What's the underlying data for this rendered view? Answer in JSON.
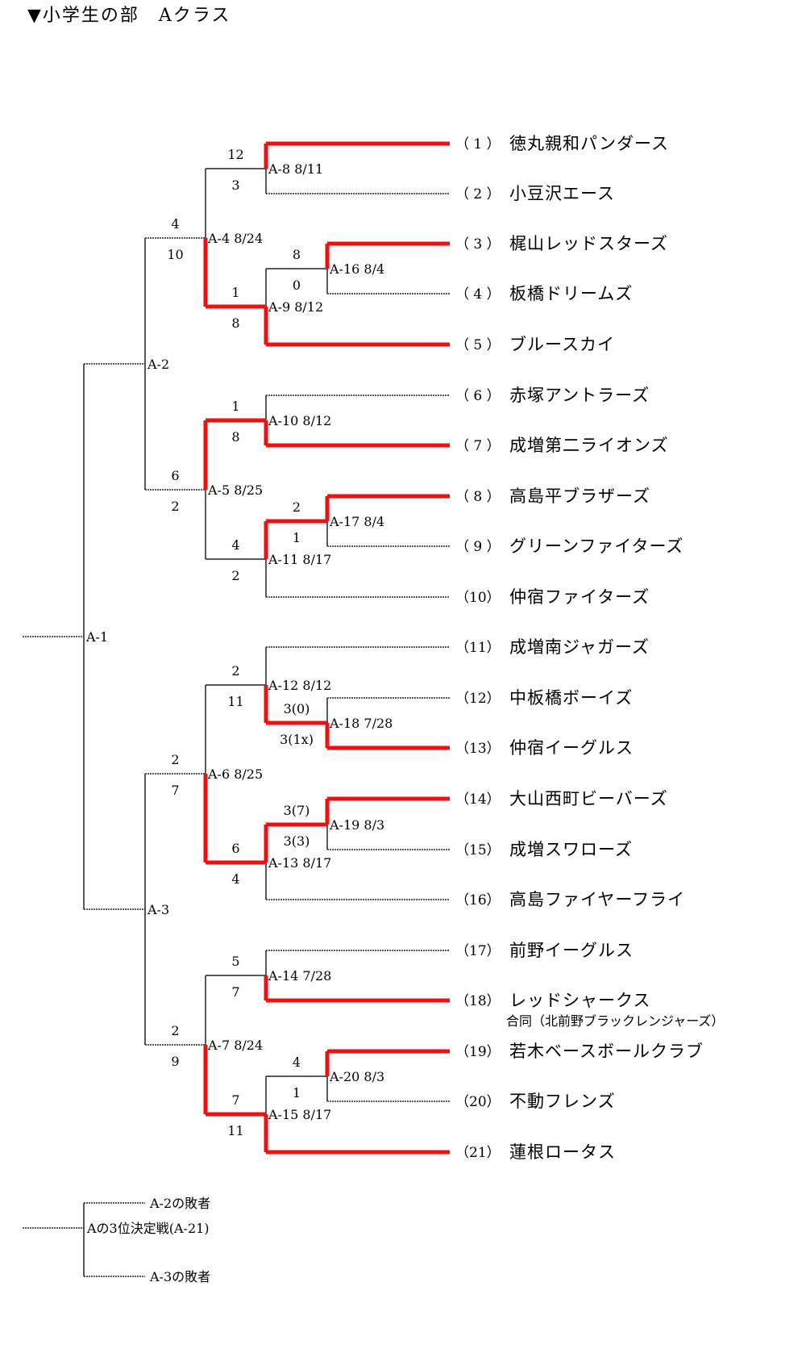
{
  "title": "▼小学生の部　Aクラス",
  "colors": {
    "winner_line": "#ee1111",
    "line": "#222222"
  },
  "teams": [
    {
      "num": "（ 1 ）",
      "name": "徳丸親和パンダース"
    },
    {
      "num": "（ 2 ）",
      "name": "小豆沢エース"
    },
    {
      "num": "（ 3 ）",
      "name": "梶山レッドスターズ"
    },
    {
      "num": "（ 4 ）",
      "name": "板橋ドリームズ"
    },
    {
      "num": "（ 5 ）",
      "name": "ブルースカイ"
    },
    {
      "num": "（ 6 ）",
      "name": "赤塚アントラーズ"
    },
    {
      "num": "（ 7 ）",
      "name": "成増第二ライオンズ"
    },
    {
      "num": "（ 8 ）",
      "name": "高島平ブラザーズ"
    },
    {
      "num": "（ 9 ）",
      "name": "グリーンファイターズ"
    },
    {
      "num": "（10）",
      "name": "仲宿ファイターズ"
    },
    {
      "num": "（11）",
      "name": "成増南ジャガーズ"
    },
    {
      "num": "（12）",
      "name": "中板橋ボーイズ"
    },
    {
      "num": "（13）",
      "name": "仲宿イーグルス"
    },
    {
      "num": "（14）",
      "name": "大山西町ビーバーズ"
    },
    {
      "num": "（15）",
      "name": "成増スワローズ"
    },
    {
      "num": "（16）",
      "name": "高島ファイヤーフライ"
    },
    {
      "num": "（17）",
      "name": "前野イーグルス"
    },
    {
      "num": "（18）",
      "name": "レッドシャークス",
      "note": "合同（北前野ブラックレンジャーズ）"
    },
    {
      "num": "（19）",
      "name": "若木ベースボールクラブ"
    },
    {
      "num": "（20）",
      "name": "不動フレンズ"
    },
    {
      "num": "（21）",
      "name": "蓮根ロータス"
    }
  ],
  "matches": [
    {
      "id": "m16",
      "label": "A-16 8/4",
      "top_score": "8",
      "bottom_score": "0"
    },
    {
      "id": "m17",
      "label": "A-17 8/4",
      "top_score": "2",
      "bottom_score": "1"
    },
    {
      "id": "m18",
      "label": "A-18 7/28",
      "top_score": "3(0)",
      "bottom_score": "3(1x)"
    },
    {
      "id": "m19",
      "label": "A-19 8/3",
      "top_score": "3(7)",
      "bottom_score": "3(3)"
    },
    {
      "id": "m20",
      "label": "A-20 8/3",
      "top_score": "4",
      "bottom_score": "1"
    },
    {
      "id": "m8",
      "label": "A-8 8/11",
      "top_score": "12",
      "bottom_score": "3"
    },
    {
      "id": "m9",
      "label": "A-9 8/12",
      "top_score": "1",
      "bottom_score": "8"
    },
    {
      "id": "m10",
      "label": "A-10 8/12",
      "top_score": "1",
      "bottom_score": "8"
    },
    {
      "id": "m11",
      "label": "A-11 8/17",
      "top_score": "4",
      "bottom_score": "2"
    },
    {
      "id": "m12",
      "label": "A-12 8/12",
      "top_score": "2",
      "bottom_score": "11"
    },
    {
      "id": "m13",
      "label": "A-13 8/17",
      "top_score": "6",
      "bottom_score": "4"
    },
    {
      "id": "m14",
      "label": "A-14 7/28",
      "top_score": "5",
      "bottom_score": "7"
    },
    {
      "id": "m15",
      "label": "A-15 8/17",
      "top_score": "7",
      "bottom_score": "11"
    },
    {
      "id": "m4",
      "label": "A-4 8/24",
      "top_score": "4",
      "bottom_score": "10"
    },
    {
      "id": "m5",
      "label": "A-5 8/25",
      "top_score": "6",
      "bottom_score": "2"
    },
    {
      "id": "m6",
      "label": "A-6 8/25",
      "top_score": "2",
      "bottom_score": "7"
    },
    {
      "id": "m7",
      "label": "A-7 8/24",
      "top_score": "2",
      "bottom_score": "9"
    },
    {
      "id": "m2",
      "label": "A-2",
      "top_score": "",
      "bottom_score": ""
    },
    {
      "id": "m3",
      "label": "A-3",
      "top_score": "",
      "bottom_score": ""
    },
    {
      "id": "m1",
      "label": "A-1",
      "top_score": "",
      "bottom_score": ""
    }
  ],
  "third_place": {
    "label": "Aの3位決定戦(A-21)",
    "top": "A-2の敗者",
    "bottom": "A-3の敗者"
  }
}
